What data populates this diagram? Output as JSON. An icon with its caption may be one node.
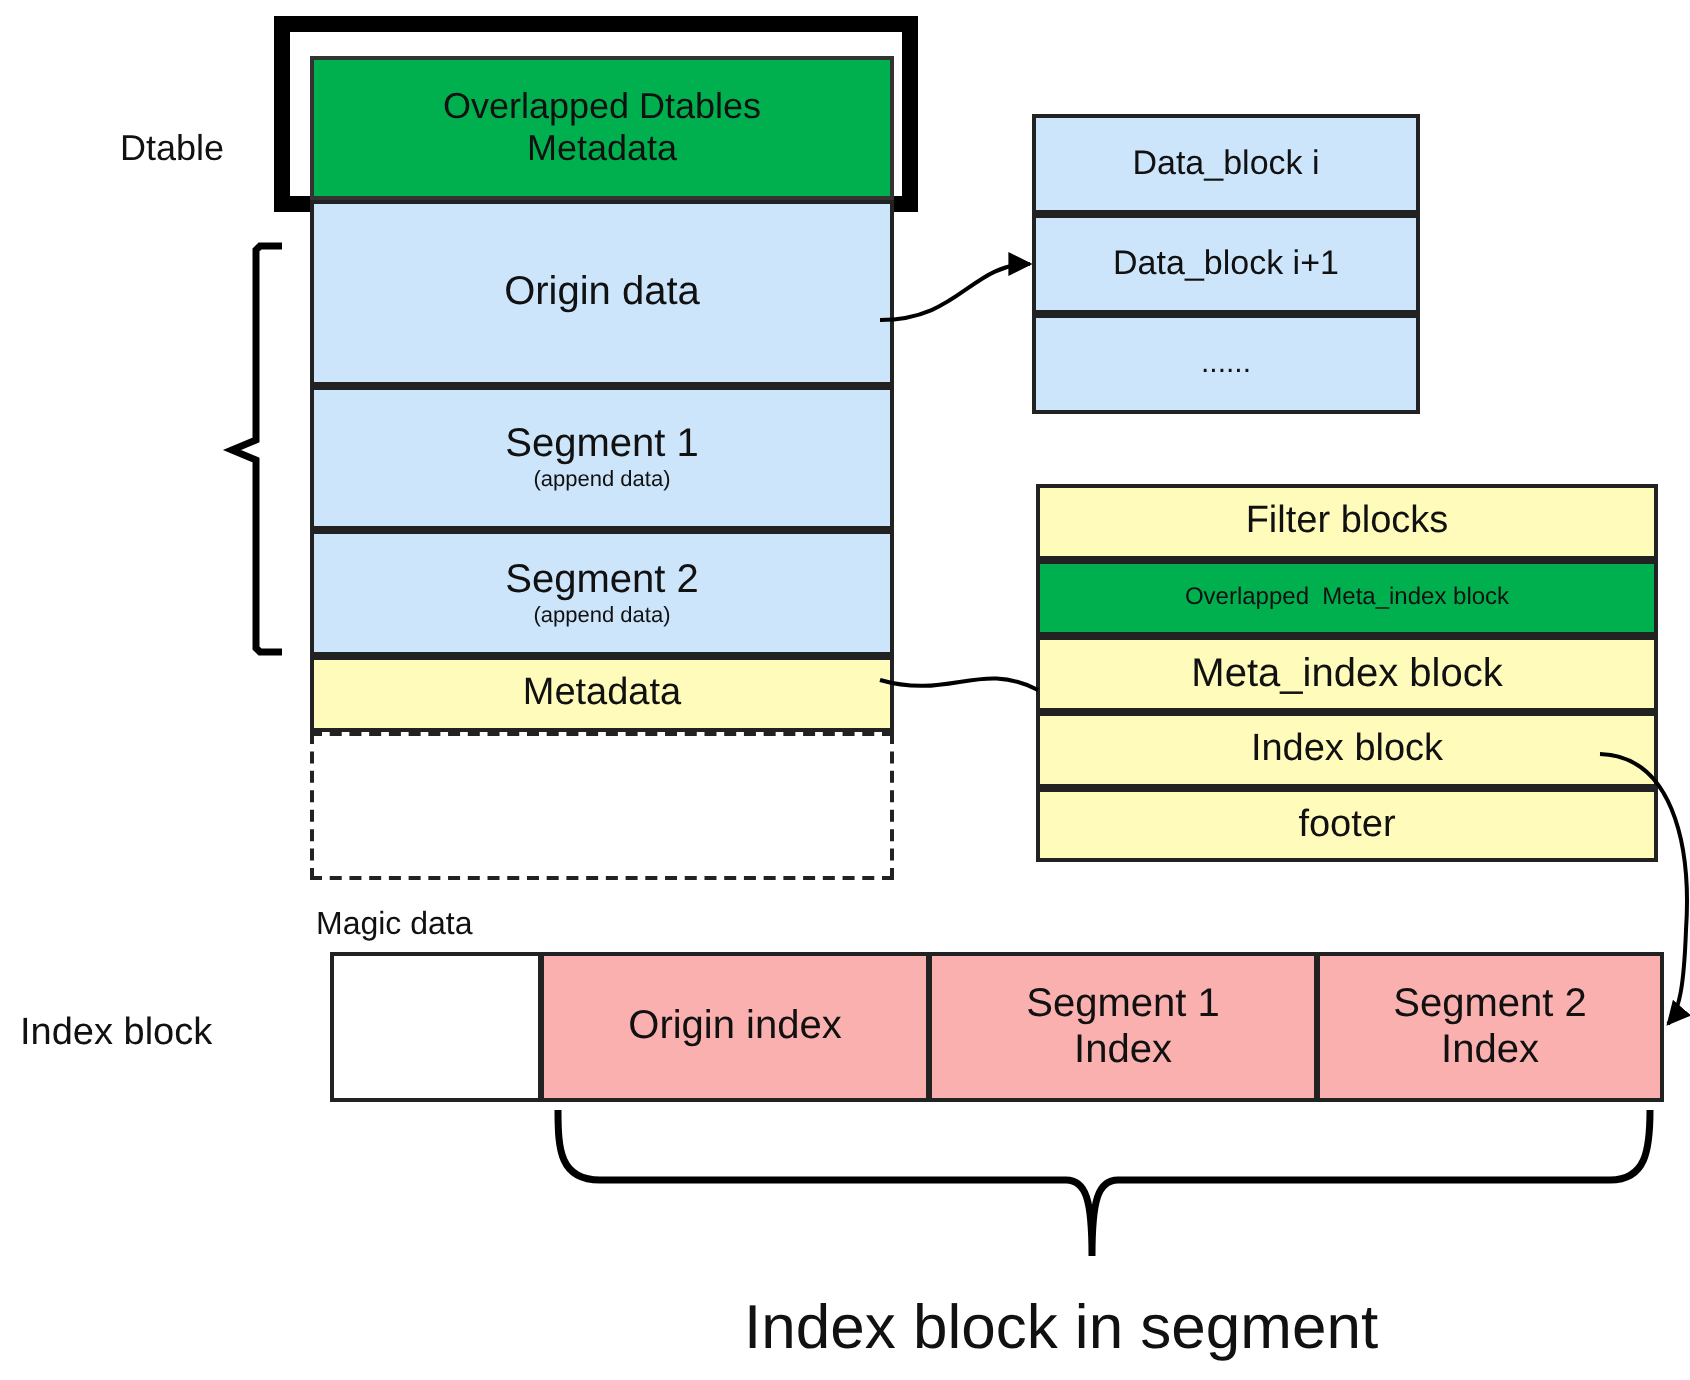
{
  "diagram": {
    "nodes": [
      {
        "text": [
          "Dtable"
        ]
      },
      {
        "text": [
          "Overlapped Dtables Metadata"
        ],
        "in": 0
      },
      {
        "text": [
          "Origin data"
        ]
      },
      {
        "text": [
          "Segment 1",
          "(append data)"
        ]
      },
      {
        "text": [
          "Segment 2",
          "(append data)"
        ]
      },
      {
        "text": [
          "Metadata"
        ]
      },
      {
        "text": [],
        "shape": "box"
      },
      {
        "text": [
          "Data_block i"
        ]
      },
      {
        "text": [
          "Data_block i+1"
        ]
      },
      {
        "text": [
          "......"
        ]
      },
      {
        "text": [
          "Filter blocks"
        ]
      },
      {
        "text": [
          "Overlapped  Meta_index block"
        ]
      },
      {
        "text": [
          "Meta_index block"
        ]
      },
      {
        "text": [
          "Index block"
        ]
      },
      {
        "text": [
          "footer"
        ]
      },
      {
        "text": [
          "Magic data"
        ]
      },
      {
        "text": [
          "Origin index"
        ]
      },
      {
        "text": [
          "Segment 1 Index"
        ]
      },
      {
        "text": [
          "Segment 2 Index"
        ]
      }
    ],
    "edges": [
      {
        "from": 2,
        "to": 8,
        "arrow": "to"
      },
      {
        "from": 5,
        "to": 12,
        "arrow": "none"
      },
      {
        "from": 13,
        "to": 18,
        "arrow": "to"
      }
    ],
    "labels": [
      "Index block",
      "Index block in segment"
    ]
  }
}
